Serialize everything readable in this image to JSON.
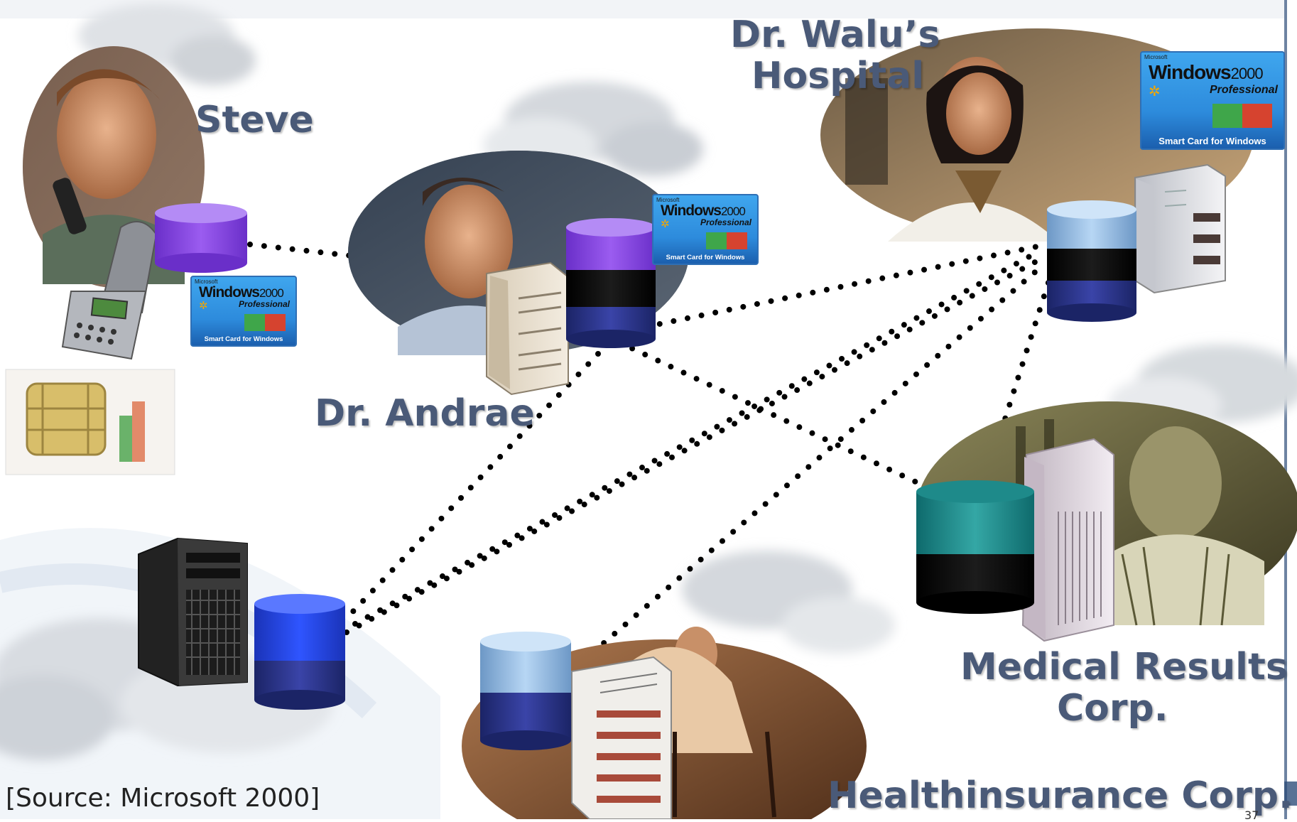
{
  "labels": {
    "steve": "Steve",
    "andrae": "Dr. Andrae",
    "walu_line1": "Dr. Walu’s",
    "walu_line2": "Hospital",
    "medical_line1": "Medical Results",
    "medical_line2": "Corp.",
    "insurance": "Healthinsurance Corp."
  },
  "smartcard": {
    "brand": "Microsoft",
    "product": "Windows",
    "version": "2000",
    "edition": "Professional",
    "tagline": "Smart Card for Windows"
  },
  "source": "[Source: Microsoft 2000]",
  "page_number": "37",
  "colors": {
    "label": "#4a5a78",
    "purple": "#8a4fe0",
    "blue": "#1e3fcf",
    "navy": "#25307a",
    "light_blue": "#9ec6ea",
    "teal": "#1e8a8a",
    "black": "#050505"
  },
  "icons": {
    "server": "server-tower-icon",
    "database": "database-cylinder-icon",
    "phone": "mobile-phone-icon",
    "sim": "sim-card-icon",
    "cloud": "cloud-icon",
    "person": "person-photo-icon"
  }
}
